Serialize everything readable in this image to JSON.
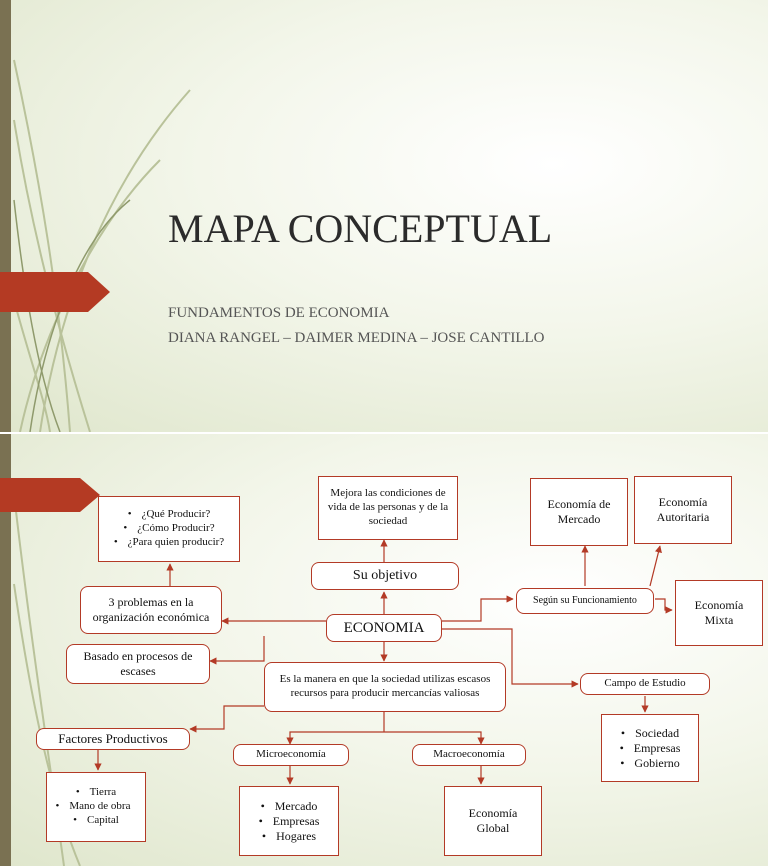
{
  "slide1": {
    "title": "MAPA CONCEPTUAL",
    "subtitle": "FUNDAMENTOS DE ECONOMIA",
    "authors": "DIANA RANGEL – DAIMER MEDINA – JOSE CANTILLO"
  },
  "slide2": {
    "center": "ECONOMIA",
    "objective_label": "Su objetivo",
    "objective_text": "Mejora las condiciones de vida de las personas y de la sociedad",
    "problems_label": "3 problemas en la organización económica",
    "questions": [
      "¿Qué Producir?",
      "¿Cómo Producir?",
      "¿Para quien producir?"
    ],
    "scarcity": "Basado en procesos de escases",
    "definition": "Es la manera en que la sociedad utilizas escasos recursos para producir mercancías valiosas",
    "factors_label": "Factores Productivos",
    "factors": [
      "Tierra",
      "Mano de obra",
      "Capital"
    ],
    "micro_label": "Microeconomía",
    "micro_items": [
      "Mercado",
      "Empresas",
      "Hogares"
    ],
    "macro_label": "Macroeconomía",
    "macro_item": "Economía Global",
    "functioning_label": "Según su Funcionamiento",
    "market_economy": "Economía de Mercado",
    "authoritarian_economy": "Economía Autoritaria",
    "mixed_economy": "Economía Mixta",
    "field_label": "Campo de Estudio",
    "field_items": [
      "Sociedad",
      "Empresas",
      "Gobierno"
    ]
  },
  "colors": {
    "accent": "#b43a23",
    "sidebar": "#7a7152"
  }
}
